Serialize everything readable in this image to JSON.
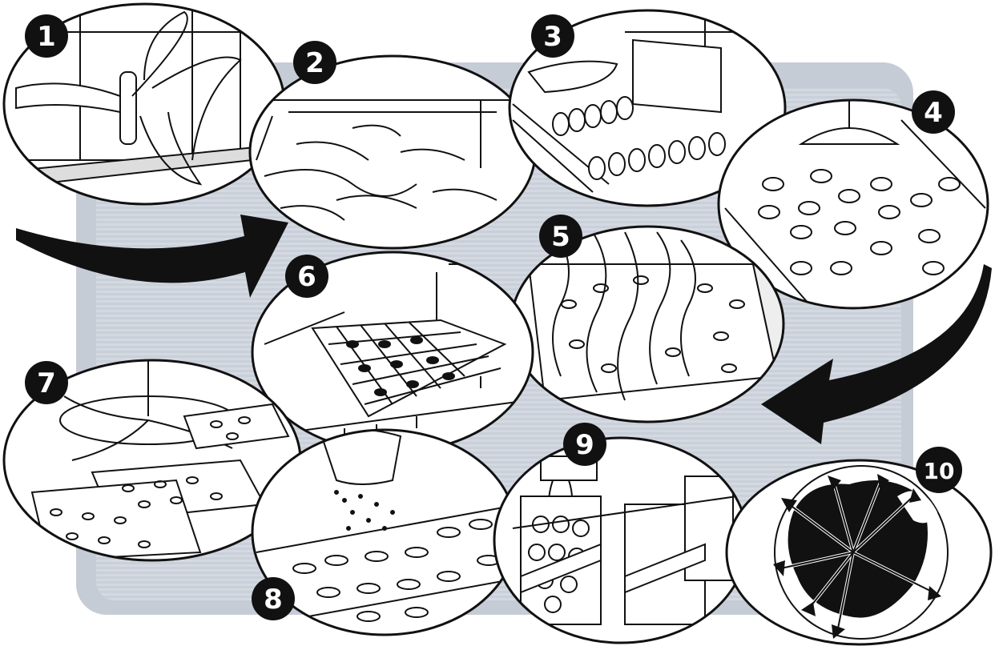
{
  "steps": [
    {
      "number": "1",
      "icon": "extruder-icon"
    },
    {
      "number": "2",
      "icon": "soaking-tank-icon"
    },
    {
      "number": "3",
      "icon": "slicer-icon"
    },
    {
      "number": "4",
      "icon": "shower-rinse-icon"
    },
    {
      "number": "5",
      "icon": "steaming-tray-icon"
    },
    {
      "number": "6",
      "icon": "draining-rack-icon"
    },
    {
      "number": "7",
      "icon": "fan-drying-icon"
    },
    {
      "number": "8",
      "icon": "seasoning-icon"
    },
    {
      "number": "9",
      "icon": "packaging-icon"
    },
    {
      "number": "10",
      "icon": "globe-export-icon"
    }
  ],
  "colors": {
    "ink": "#111111",
    "paper": "#ffffff",
    "backdrop": "#c6ccd6"
  }
}
